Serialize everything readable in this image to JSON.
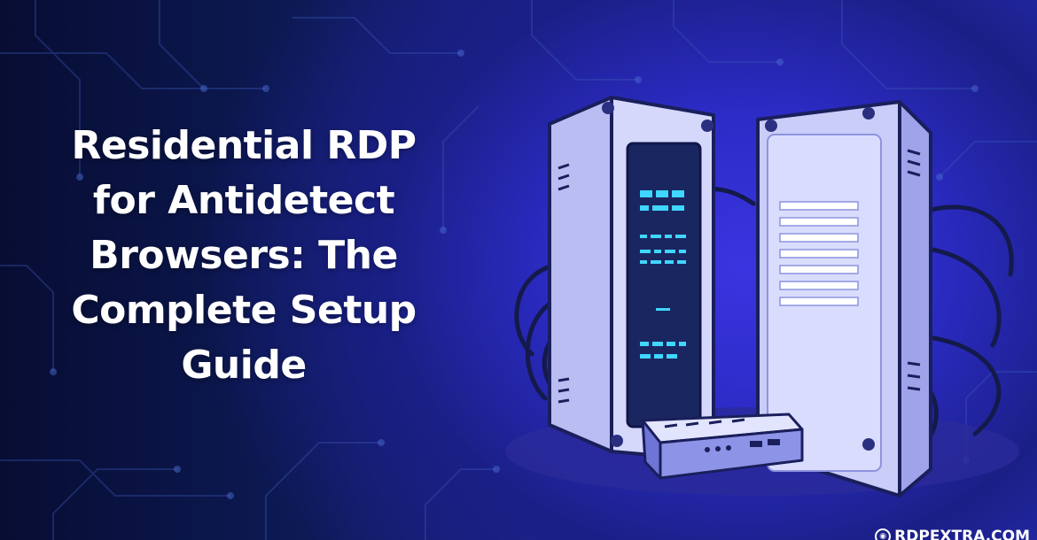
{
  "headline": {
    "line1": "Residential RDP",
    "line2": "for Antidetect",
    "line3": "Browsers: The",
    "line4": "Complete Setup",
    "line5": "Guide"
  },
  "brand": {
    "text": "RDPEXTRA.COM",
    "logo_icon": "globe-icon"
  },
  "colors": {
    "background_dark": "#0b1240",
    "background_accent": "#3a34e0",
    "server_light": "#c9cdf7",
    "screen_dark": "#1a2660",
    "led_cyan": "#3fd6ff",
    "text": "#ffffff"
  },
  "illustration": {
    "subject": "rack servers",
    "icon_name": "server-rack-illustration"
  }
}
